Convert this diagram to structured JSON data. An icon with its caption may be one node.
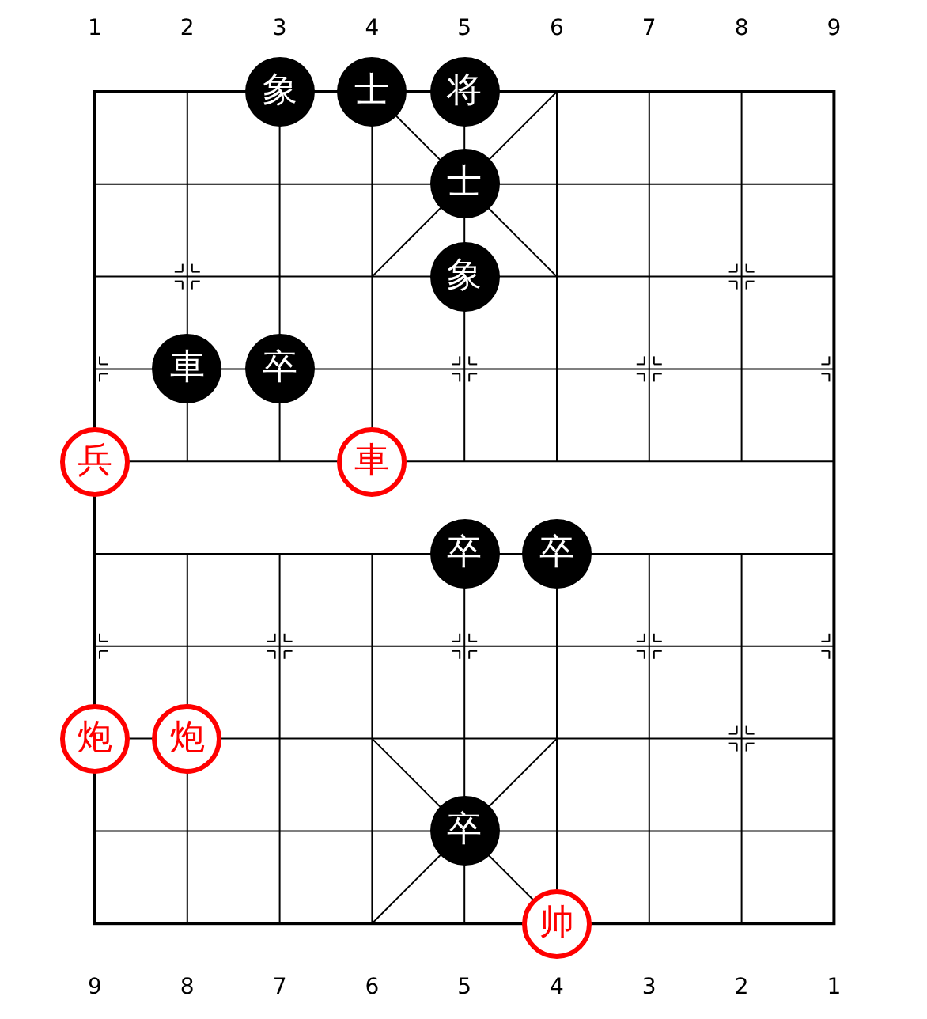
{
  "diagram": {
    "nodes": [
      {
        "text": [
          "象"
        ]
      },
      {
        "text": [
          "士"
        ]
      },
      {
        "text": [
          "将"
        ]
      },
      {
        "text": [
          "士"
        ]
      },
      {
        "text": [
          "象"
        ]
      },
      {
        "text": [
          "車"
        ]
      },
      {
        "text": [
          "卒"
        ]
      },
      {
        "text": [
          "兵"
        ]
      },
      {
        "text": [
          "車"
        ]
      },
      {
        "text": [
          "卒"
        ]
      },
      {
        "text": [
          "卒"
        ]
      },
      {
        "text": [
          "炮"
        ]
      },
      {
        "text": [
          "炮"
        ]
      },
      {
        "text": [
          "卒"
        ]
      },
      {
        "text": [
          "帅"
        ]
      }
    ],
    "labels": [
      "1",
      "2",
      "3",
      "4",
      "5",
      "6",
      "7",
      "8",
      "9",
      "9",
      "8",
      "7",
      "6",
      "5",
      "4",
      "3",
      "2",
      "1"
    ]
  }
}
